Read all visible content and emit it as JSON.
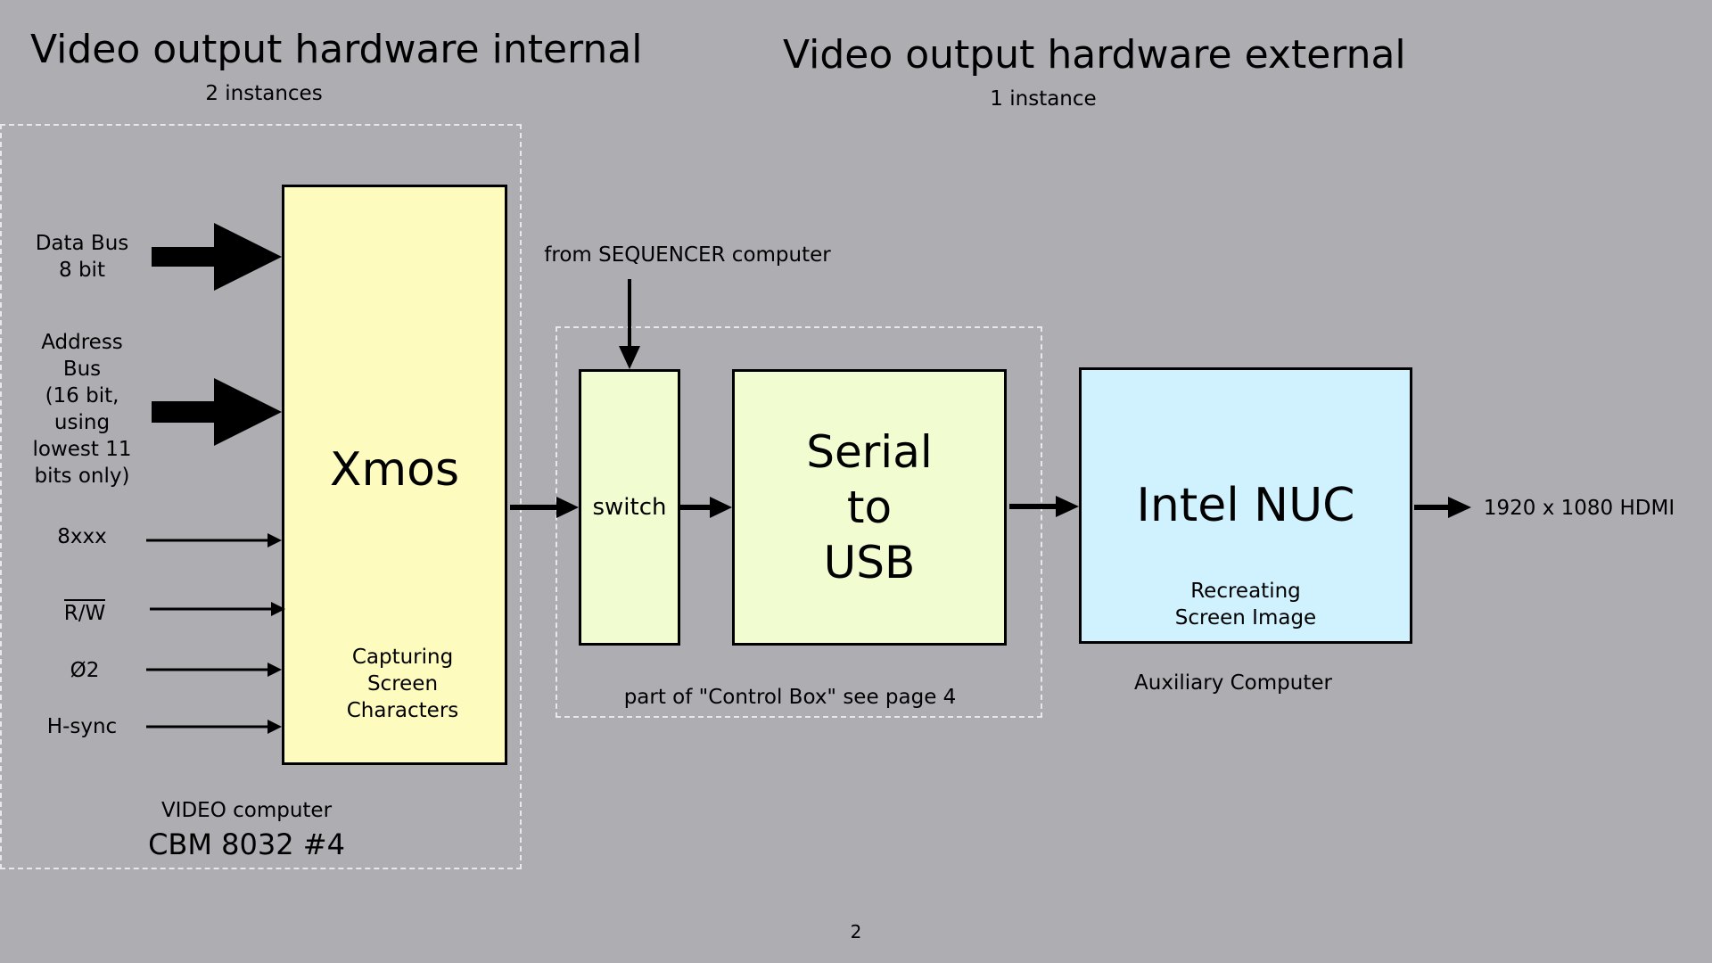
{
  "titles": {
    "internal": "Video output hardware internal",
    "internal_sub": "2 instances",
    "external": "Video output hardware external",
    "external_sub": "1 instance"
  },
  "inputs": {
    "data_bus": [
      "Data Bus",
      "8 bit"
    ],
    "address_bus": [
      "Address",
      "Bus",
      "(16 bit,",
      "using",
      "lowest 11",
      "bits only)"
    ],
    "sig_8xxx": "8xxx",
    "sig_rw": "R/W",
    "sig_phi2": "Ø2",
    "sig_hsync": "H-sync"
  },
  "xmos": {
    "title": "Xmos",
    "desc": [
      "Capturing",
      "Screen",
      "Characters"
    ],
    "fill": "#fdfbbe"
  },
  "video_computer": {
    "label": "VIDEO computer",
    "model": "CBM 8032 #4"
  },
  "sequencer_label": "from SEQUENCER computer",
  "switch": {
    "label": "switch",
    "fill": "#f1fcd0"
  },
  "serial": {
    "lines": [
      "Serial",
      "to",
      "USB"
    ],
    "fill": "#f1fcd0"
  },
  "control_box_label": "part of  \"Control Box\" see page 4",
  "nuc": {
    "title": "Intel NUC",
    "desc": [
      "Recreating",
      "Screen Image"
    ],
    "fill": "#cff2fe",
    "caption": "Auxiliary Computer"
  },
  "output_label": "1920 x 1080 HDMI",
  "page_number": "2"
}
